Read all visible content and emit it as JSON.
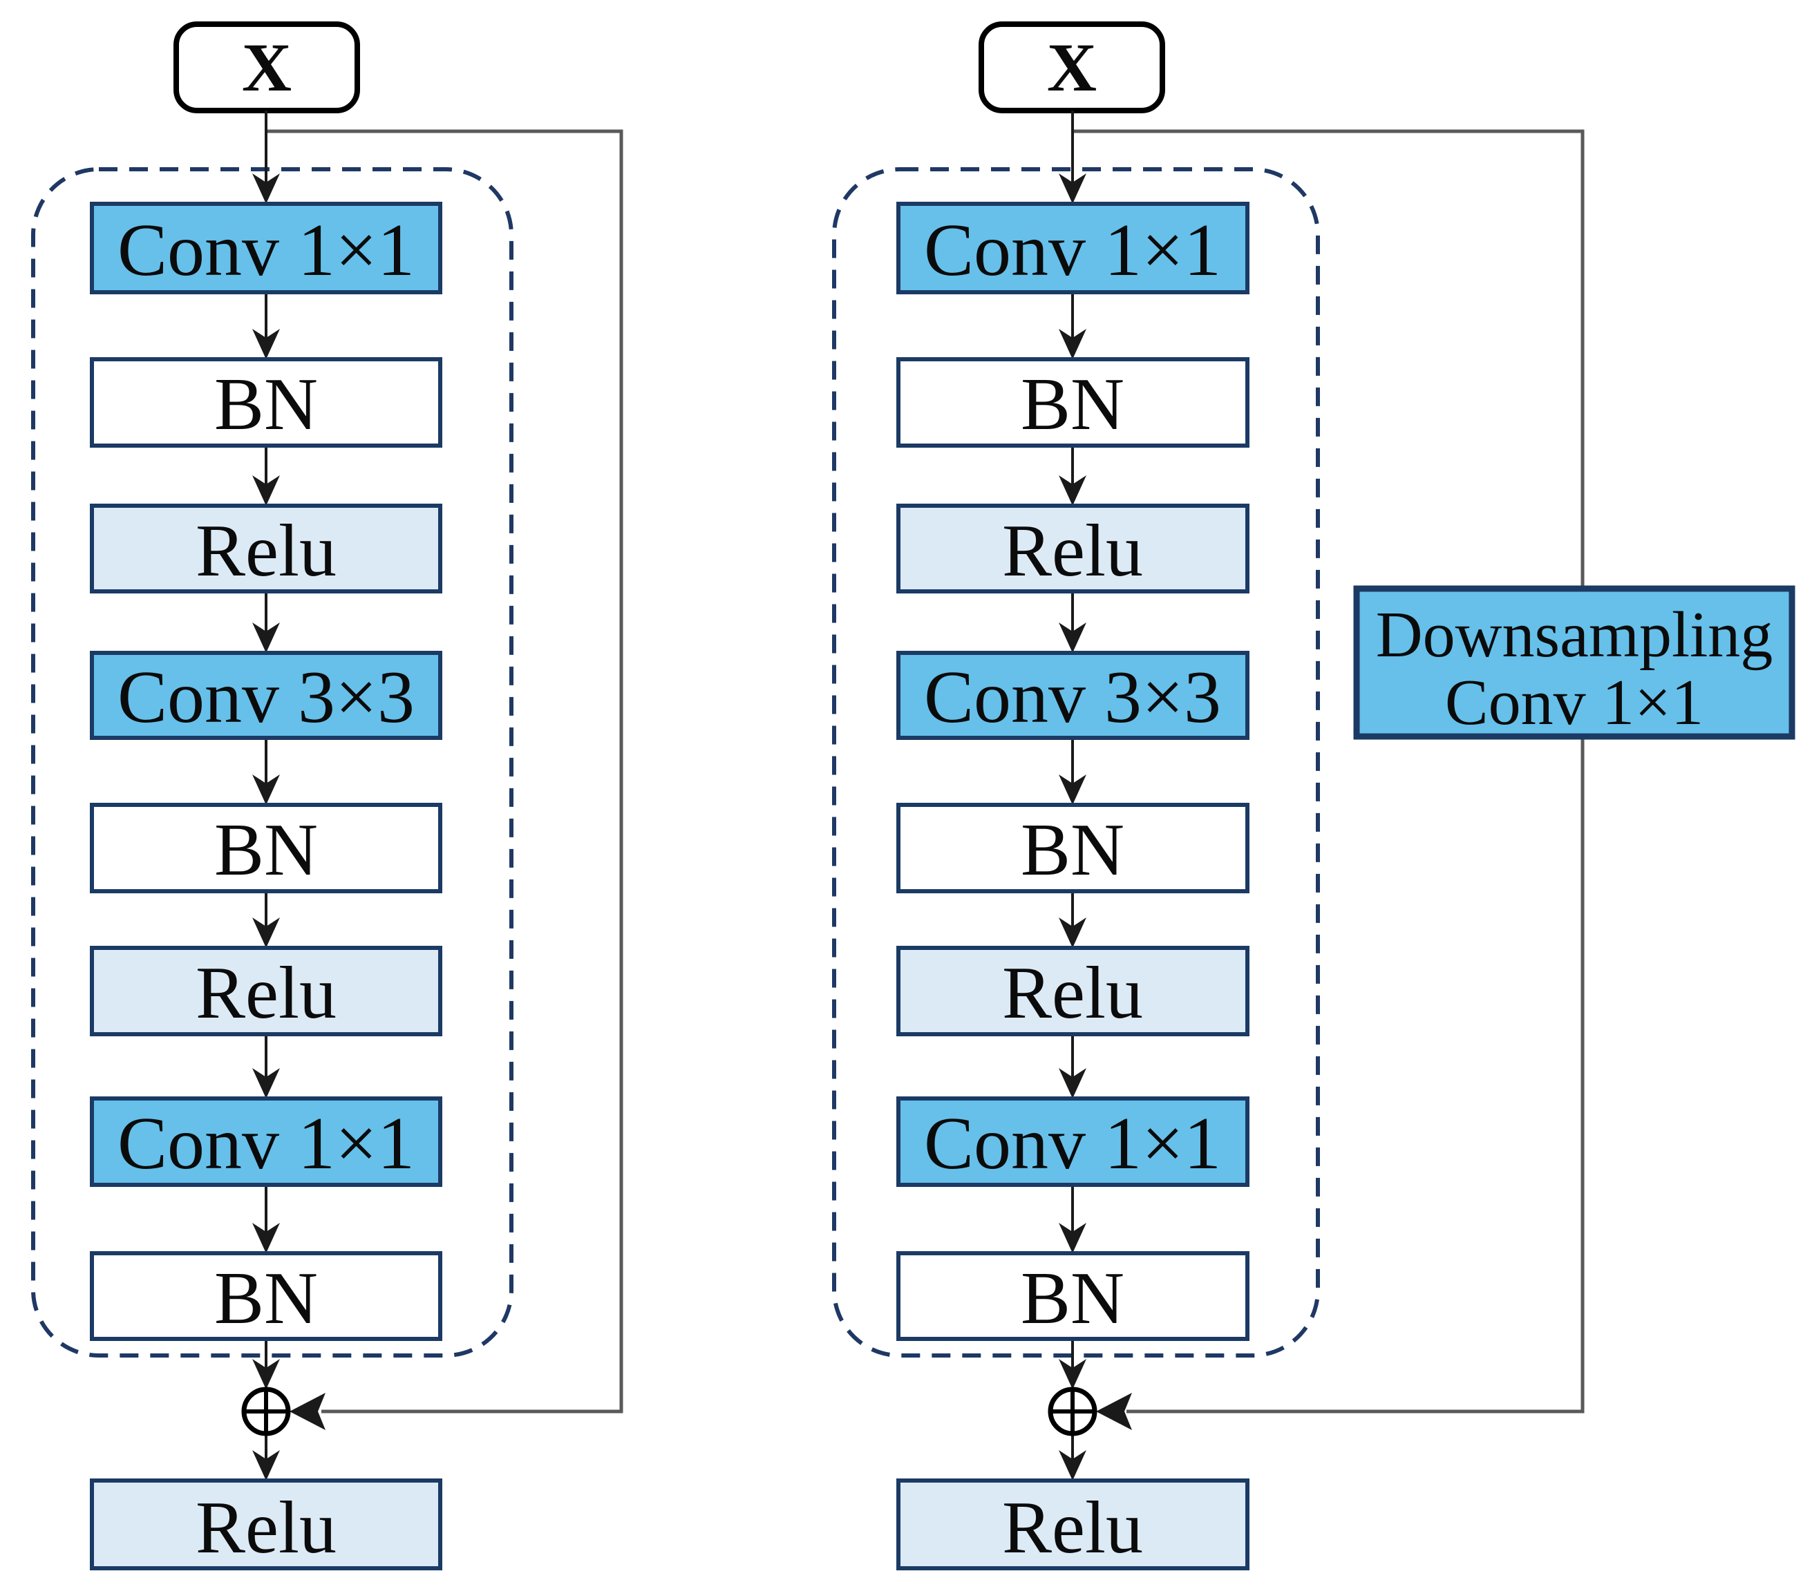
{
  "figure": {
    "description": "Two residual block diagrams: identity residual block (left) and downsampling residual block (right)",
    "left": {
      "input_label": "X",
      "layers": [
        "Conv 1×1",
        "BN",
        "Relu",
        "Conv 3×3",
        "BN",
        "Relu",
        "Conv 1×1",
        "BN"
      ],
      "merge_icon": "circled-plus-icon",
      "output_label": "Relu"
    },
    "right": {
      "input_label": "X",
      "layers": [
        "Conv 1×1",
        "BN",
        "Relu",
        "Conv 3×3",
        "BN",
        "Relu",
        "Conv 1×1",
        "BN"
      ],
      "shortcut_lines": [
        "Downsampling",
        "Conv 1×1"
      ],
      "merge_icon": "circled-plus-icon",
      "output_label": "Relu"
    },
    "colors": {
      "conv_fill": "#66C0EA",
      "relu_fill": "#DCEAF6",
      "bn_fill": "#FFFFFF",
      "box_border": "#1B3A64",
      "dash_border": "#1F3864",
      "flow_line": "#1A1A1A",
      "skip_line": "#595959",
      "input_border": "#000000"
    }
  }
}
